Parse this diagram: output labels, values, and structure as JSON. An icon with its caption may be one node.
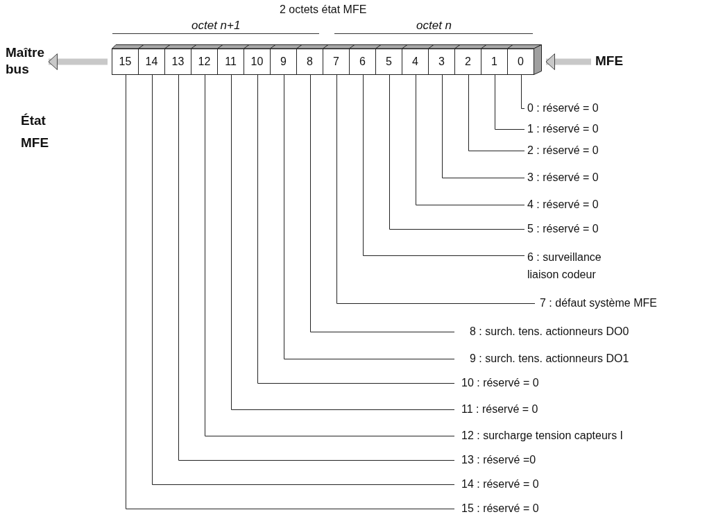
{
  "diagram": {
    "title": "2 octets état MFE",
    "nodes": [
      {
        "text": [
          "Maître bus"
        ]
      },
      {
        "text": [],
        "shape": "bar"
      },
      {
        "text": [
          "15"
        ],
        "in": 1
      },
      {
        "text": [
          "14"
        ],
        "in": 1
      },
      {
        "text": [
          "13"
        ],
        "in": 1
      },
      {
        "text": [
          "12"
        ],
        "in": 1
      },
      {
        "text": [
          "11"
        ],
        "in": 1
      },
      {
        "text": [
          "10"
        ],
        "in": 1
      },
      {
        "text": [
          "9"
        ],
        "in": 1
      },
      {
        "text": [
          "8"
        ],
        "in": 1
      },
      {
        "text": [
          "7"
        ],
        "in": 1
      },
      {
        "text": [
          "6"
        ],
        "in": 1
      },
      {
        "text": [
          "5"
        ],
        "in": 1
      },
      {
        "text": [
          "4"
        ],
        "in": 1
      },
      {
        "text": [
          "3"
        ],
        "in": 1
      },
      {
        "text": [
          "2"
        ],
        "in": 1
      },
      {
        "text": [
          "1"
        ],
        "in": 1
      },
      {
        "text": [
          "0"
        ],
        "in": 1
      },
      {
        "text": [
          "MFE"
        ]
      },
      {
        "text": [
          "0 : réservé = 0"
        ]
      },
      {
        "text": [
          "1 : réservé = 0"
        ]
      },
      {
        "text": [
          "2 : réservé = 0"
        ]
      },
      {
        "text": [
          "3 : réservé = 0"
        ]
      },
      {
        "text": [
          "4 : réservé = 0"
        ]
      },
      {
        "text": [
          "5 : réservé = 0"
        ]
      },
      {
        "text": [
          "6 : surveillance liaison codeur"
        ]
      },
      {
        "text": [
          "7 : défaut système MFE"
        ]
      },
      {
        "text": [
          "8 : surch. tens. actionneurs DO0"
        ]
      },
      {
        "text": [
          "9 : surch. tens. actionneurs DO1"
        ]
      },
      {
        "text": [
          "10 : réservé = 0"
        ]
      },
      {
        "text": [
          "11 : réservé = 0"
        ]
      },
      {
        "text": [
          "12 : surcharge tension capteurs I"
        ]
      },
      {
        "text": [
          "13 : réservé =0"
        ]
      },
      {
        "text": [
          "14 : réservé = 0"
        ]
      },
      {
        "text": [
          "15 : réservé = 0"
        ]
      }
    ],
    "edges": [
      {
        "from": 1,
        "to": 0,
        "arrow": "to",
        "style": "thick",
        "color": "#c8c8c8"
      },
      {
        "from": 18,
        "to": 1,
        "arrow": "to",
        "style": "thick",
        "color": "#c8c8c8"
      },
      {
        "from": 19,
        "to": 17,
        "arrow": "none"
      },
      {
        "from": 20,
        "to": 16,
        "arrow": "none"
      },
      {
        "from": 21,
        "to": 15,
        "arrow": "none"
      },
      {
        "from": 22,
        "to": 14,
        "arrow": "none"
      },
      {
        "from": 23,
        "to": 13,
        "arrow": "none"
      },
      {
        "from": 24,
        "to": 12,
        "arrow": "none"
      },
      {
        "from": 25,
        "to": 11,
        "arrow": "none"
      },
      {
        "from": 26,
        "to": 10,
        "arrow": "none"
      },
      {
        "from": 27,
        "to": 9,
        "arrow": "none"
      },
      {
        "from": 28,
        "to": 8,
        "arrow": "none"
      },
      {
        "from": 29,
        "to": 7,
        "arrow": "none"
      },
      {
        "from": 30,
        "to": 6,
        "arrow": "none"
      },
      {
        "from": 31,
        "to": 5,
        "arrow": "none"
      },
      {
        "from": 32,
        "to": 4,
        "arrow": "none"
      },
      {
        "from": 33,
        "to": 3,
        "arrow": "none"
      },
      {
        "from": 34,
        "to": 2,
        "arrow": "none"
      }
    ],
    "labels": [
      "octet n+1",
      "octet n",
      "État MFE"
    ]
  }
}
